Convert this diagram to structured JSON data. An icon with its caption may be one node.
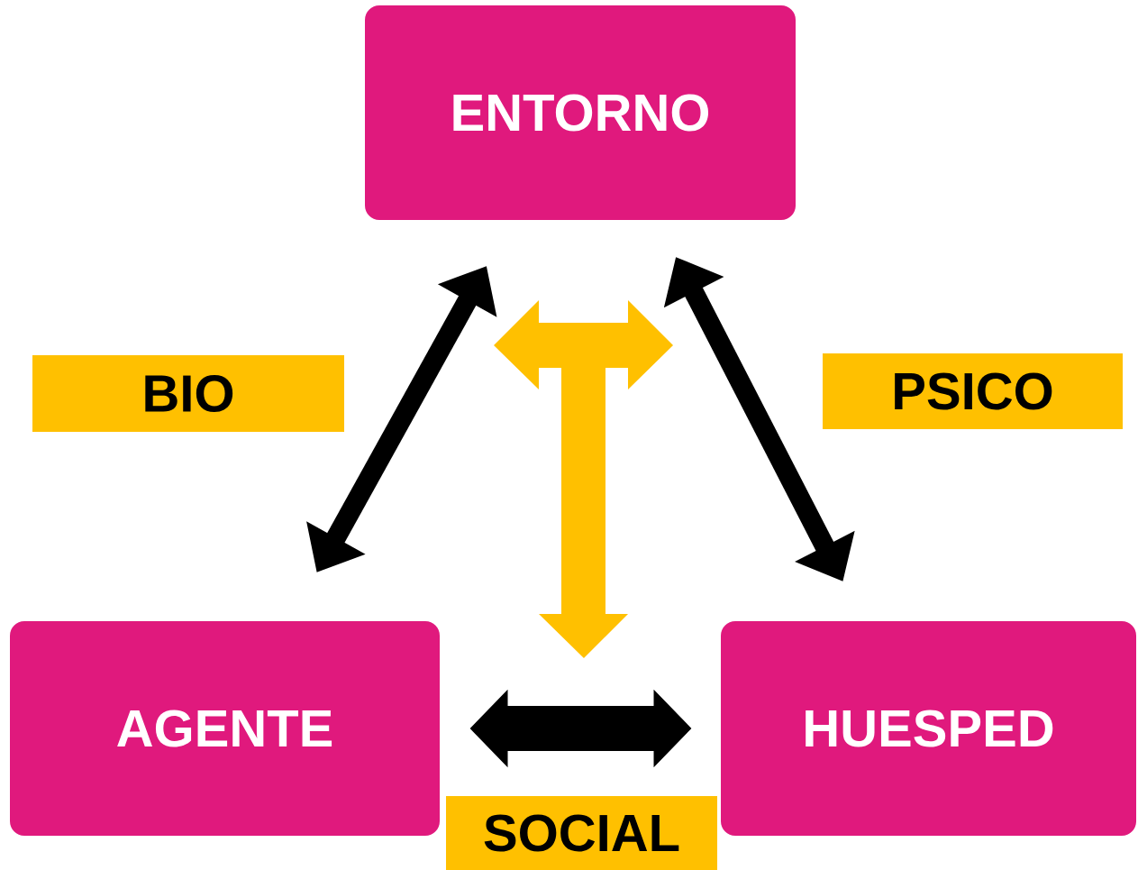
{
  "diagram": {
    "nodes": [
      {
        "text": [
          "ENTORNO"
        ]
      },
      {
        "text": [
          "BIO"
        ]
      },
      {
        "text": [
          "PSICO"
        ]
      },
      {
        "text": [
          "AGENTE"
        ]
      },
      {
        "text": [
          "HUESPED"
        ]
      },
      {
        "text": [
          "SOCIAL"
        ]
      }
    ],
    "edges": [
      {
        "from": 0,
        "to": 3,
        "arrow": "both"
      },
      {
        "from": 0,
        "to": 4,
        "arrow": "both"
      },
      {
        "from": 3,
        "to": 4,
        "arrow": "both",
        "style": "thick"
      }
    ]
  }
}
